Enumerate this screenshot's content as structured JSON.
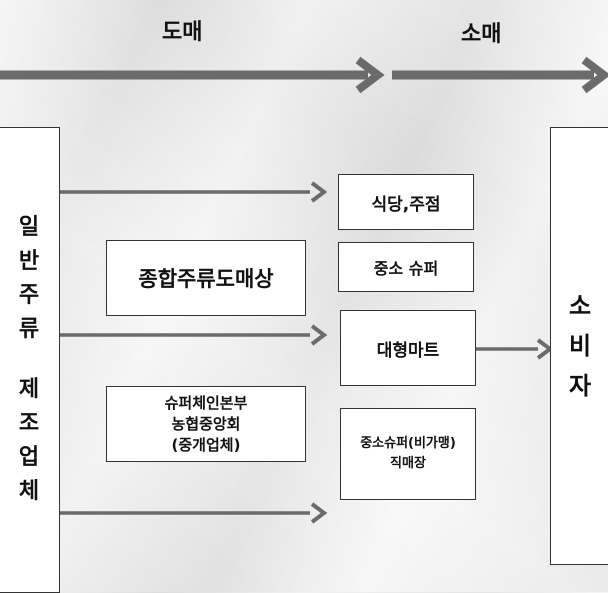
{
  "header": {
    "wholesale": "도매",
    "retail": "소매"
  },
  "left_box": {
    "line1": [
      "일",
      "반",
      "주",
      "류"
    ],
    "line2": [
      "제",
      "조",
      "업",
      "체"
    ]
  },
  "right_box": {
    "chars": [
      "소",
      "비",
      "자"
    ]
  },
  "middle": {
    "general_wholesale": "종합주류도매상",
    "supermarket_hq": [
      "슈퍼체인본부",
      "농협중앙회",
      "(중개업체)"
    ]
  },
  "retail_boxes": {
    "restaurant": "식당,주점",
    "mid_super": "중소 슈퍼",
    "hypermarket": "대형마트",
    "mid_super_direct": [
      "중소슈퍼(비가맹)",
      "직매장"
    ]
  },
  "colors": {
    "arrow": "#6b6b6b",
    "box_border": "#333333",
    "text": "#111111"
  }
}
